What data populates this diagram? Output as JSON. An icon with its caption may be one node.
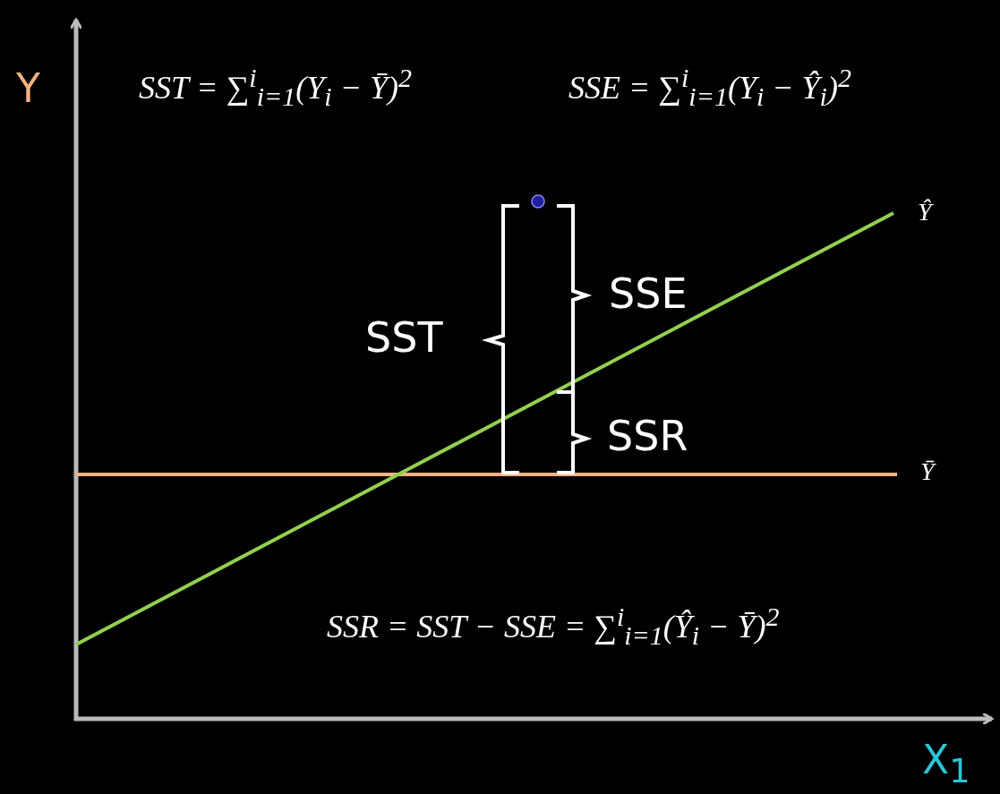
{
  "diagram": {
    "labels": [
      "Y",
      "SST = ∑$^{i}$$_{i=1}$(Y$_{i}$ − Ȳ)$^{2}$",
      "SSE = ∑$^{i}$$_{i=1}$(Y$_{i}$ − Ŷ$_{i}$)$^{2}$",
      "Ŷ",
      "SSE",
      "SST",
      "SSR",
      "Ȳ",
      "SSR = SST − SSE = ∑$^{i}$$_{i=1}$(Ŷ$_{i}$ − Ȳ)$^{2}$",
      "X$_{1}$"
    ]
  }
}
